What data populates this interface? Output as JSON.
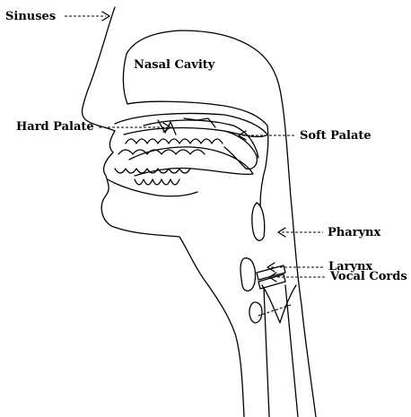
{
  "labels": {
    "sinuses": "Sinuses",
    "nasal_cavity": "Nasal Cavity",
    "hard_palate": "Hard Palate",
    "soft_palate": "Soft Palate",
    "pharynx": "Pharynx",
    "larynx": "Larynx",
    "vocal_cords": "Vocal Cords"
  }
}
